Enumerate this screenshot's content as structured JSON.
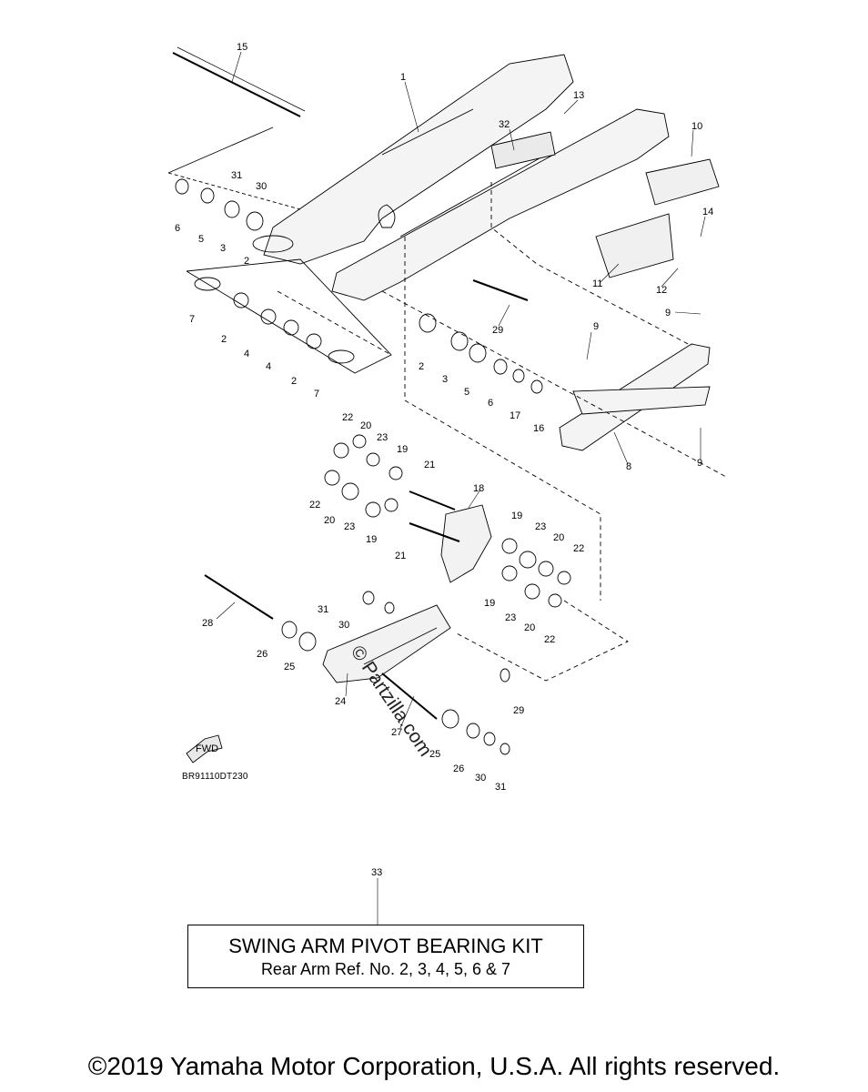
{
  "diagram": {
    "reference_code": "BR91110DT230",
    "watermark": "© Partzilla.com",
    "fwd_label": "FWD",
    "callouts": [
      "1",
      "2",
      "3",
      "4",
      "5",
      "6",
      "7",
      "8",
      "9",
      "10",
      "11",
      "12",
      "13",
      "14",
      "15",
      "16",
      "17",
      "18",
      "19",
      "20",
      "21",
      "22",
      "23",
      "24",
      "25",
      "26",
      "27",
      "28",
      "29",
      "30",
      "31",
      "32",
      "33"
    ]
  },
  "kit": {
    "number": "33",
    "title": "SWING ARM PIVOT BEARING KIT",
    "subtitle": "Rear Arm Ref. No. 2, 3, 4, 5, 6 & 7"
  },
  "footer": {
    "copyright": "©2019 Yamaha Motor Corporation, U.S.A. All rights reserved."
  }
}
